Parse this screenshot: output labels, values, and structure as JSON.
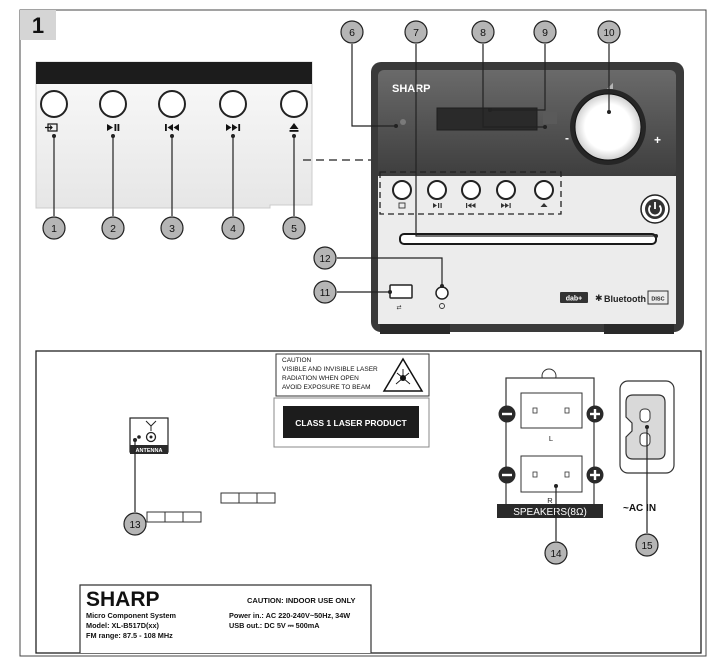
{
  "figure_number": "1",
  "callouts": [
    "1",
    "2",
    "3",
    "4",
    "5",
    "6",
    "7",
    "8",
    "9",
    "10",
    "11",
    "12",
    "13",
    "14",
    "15"
  ],
  "unit": {
    "brand": "SHARP",
    "dab_logo": "dab+",
    "bluetooth_logo": "Bluetooth",
    "cd_logo": "DISC",
    "volume_minus": "-",
    "volume_plus": "+"
  },
  "caution_label": {
    "line1": "CAUTION",
    "line2": "VISIBLE AND INVISIBLE LASER",
    "line3": "RADIATION WHEN OPEN",
    "line4": "AVOID EXPOSURE TO BEAM"
  },
  "laser_label": "CLASS 1 LASER PRODUCT",
  "antenna_label": "ANTENNA",
  "speakers": {
    "left": "L",
    "right": "R",
    "label": "SPEAKERS(8Ω)"
  },
  "ac_in_label": "~AC IN",
  "rating_plate": {
    "brand": "SHARP",
    "caution": "CAUTION: INDOOR USE ONLY",
    "line1": "Micro Component System",
    "line2": "Model: XL-B517D(xx)",
    "line3": "FM range: 87.5 - 108 MHz",
    "power": "Power in.: AC 220-240V~50Hz, 34W",
    "usb": "USB out.: DC 5V ⎓ 500mA"
  },
  "colors": {
    "callout_fill": "#b5b5b5",
    "unit_dark": "#505050",
    "unit_light": "#ececec",
    "label_dark": "#2a2a2a"
  }
}
